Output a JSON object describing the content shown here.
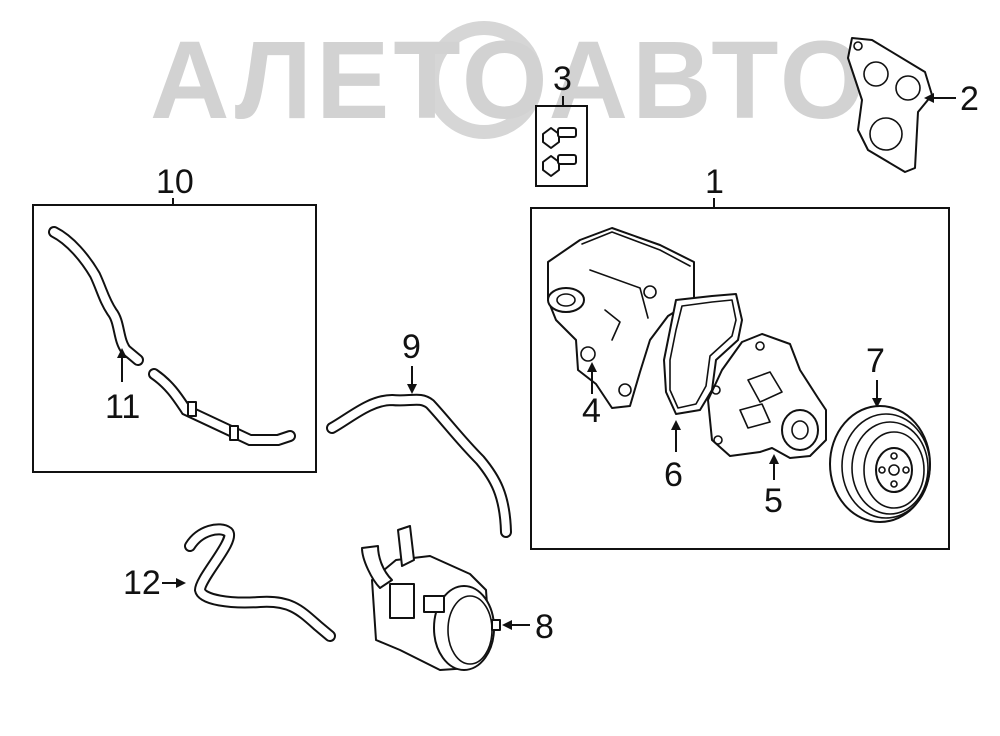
{
  "watermark": {
    "text": "АЛЕТОАВТО"
  },
  "callouts": {
    "c1": "1",
    "c2": "2",
    "c3": "3",
    "c4": "4",
    "c5": "5",
    "c6": "6",
    "c7": "7",
    "c8": "8",
    "c9": "9",
    "c10": "10",
    "c11": "11",
    "c12": "12"
  },
  "colors": {
    "line": "#111111",
    "watermark": "#d2d2d2",
    "background": "#ffffff"
  }
}
